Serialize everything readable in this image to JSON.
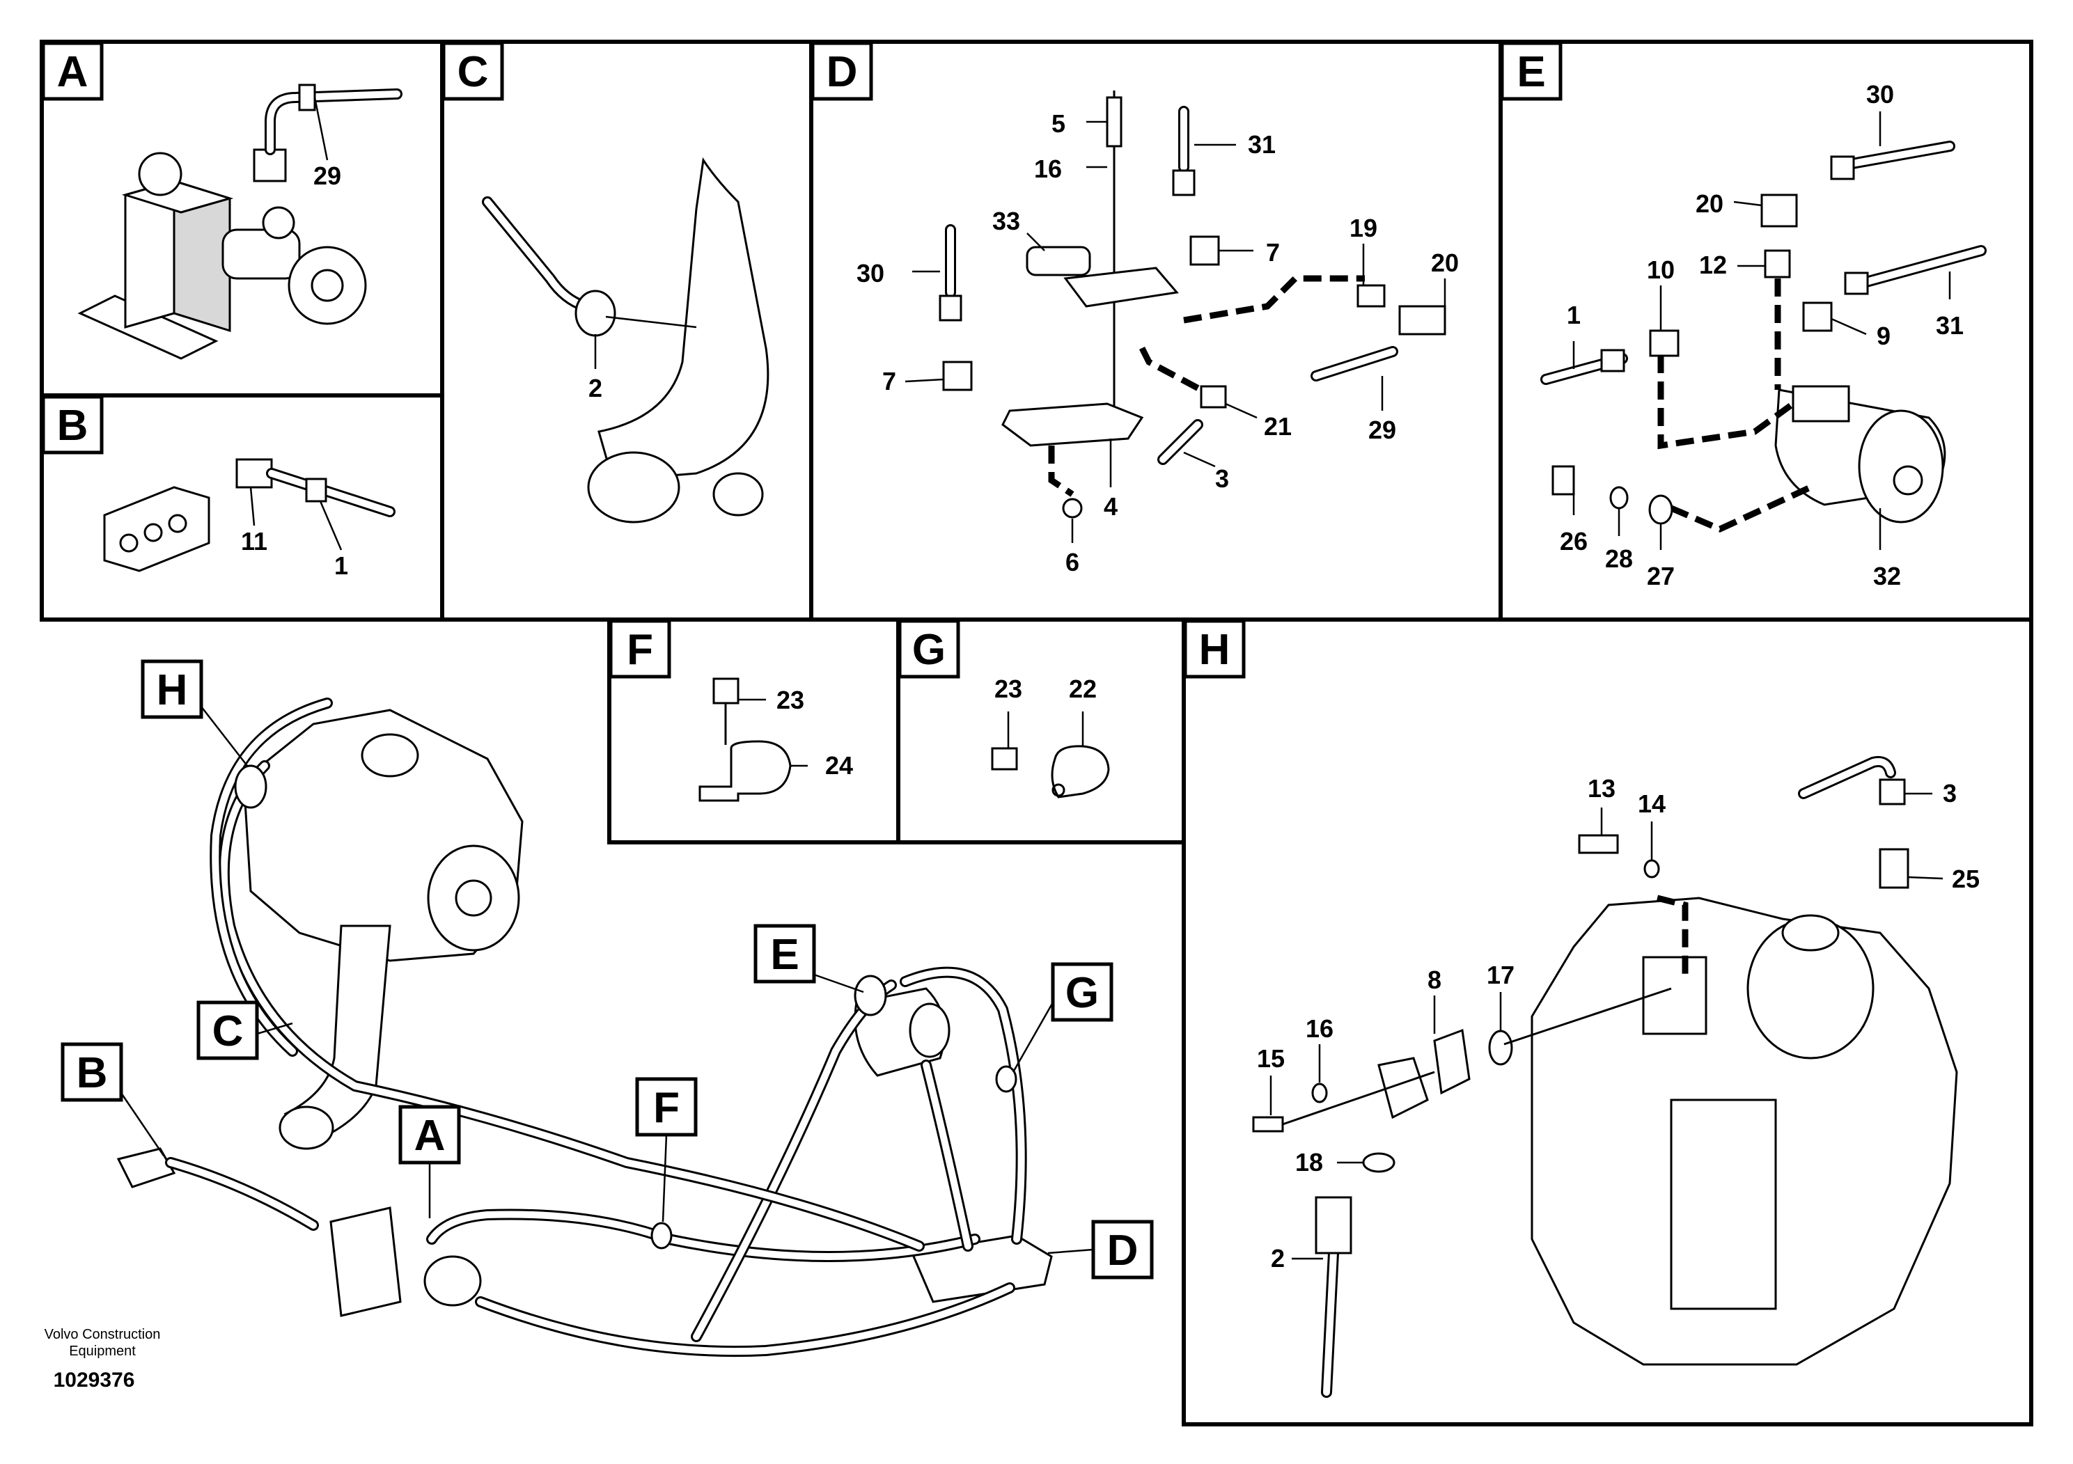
{
  "panels": {
    "A": {
      "label": "A",
      "callouts": [
        "29"
      ]
    },
    "B": {
      "label": "B",
      "callouts": [
        "11",
        "1"
      ]
    },
    "C": {
      "label": "C",
      "callouts": [
        "2"
      ]
    },
    "D": {
      "label": "D",
      "callouts": [
        "5",
        "16",
        "31",
        "33",
        "30",
        "7",
        "7",
        "19",
        "20",
        "21",
        "29",
        "3",
        "4",
        "6"
      ]
    },
    "E": {
      "label": "E",
      "callouts": [
        "30",
        "20",
        "10",
        "12",
        "1",
        "9",
        "31",
        "26",
        "28",
        "27",
        "32"
      ]
    },
    "F": {
      "label": "F",
      "callouts": [
        "23",
        "24"
      ]
    },
    "G": {
      "label": "G",
      "callouts": [
        "23",
        "22"
      ]
    },
    "H": {
      "label": "H",
      "callouts": [
        "13",
        "14",
        "3",
        "25",
        "8",
        "17",
        "16",
        "15",
        "18",
        "2"
      ]
    }
  },
  "overview_labels": [
    "H",
    "C",
    "B",
    "A",
    "F",
    "E",
    "G",
    "D"
  ],
  "footer": {
    "brand_line1": "Volvo Construction",
    "brand_line2": "Equipment",
    "doc_number": "1029376"
  }
}
